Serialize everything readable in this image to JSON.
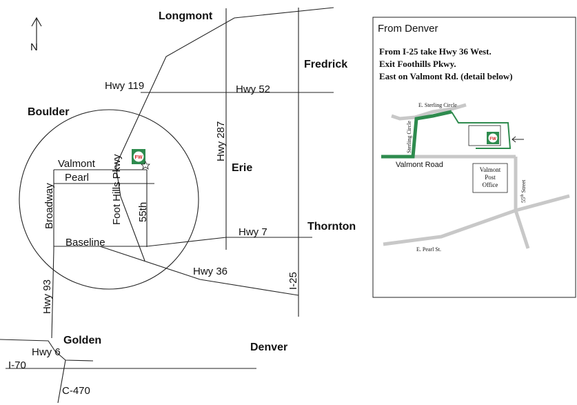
{
  "map": {
    "north_label": "N",
    "cities": {
      "longmont": "Longmont",
      "fredrick": "Fredrick",
      "boulder": "Boulder",
      "erie": "Erie",
      "thornton": "Thornton",
      "golden": "Golden",
      "denver": "Denver"
    },
    "roads": {
      "hwy119": "Hwy 119",
      "hwy52": "Hwy 52",
      "hwy287": "Hwy 287",
      "valmont": "Valmont",
      "pearl": "Pearl",
      "foothills": "Foot Hills Pkwy",
      "broadway": "Broadway",
      "fifty_fifth": "55th",
      "baseline": "Baseline",
      "hwy7": "Hwy 7",
      "hwy36": "Hwy 36",
      "i25": "I-25",
      "hwy93": "Hwy 93",
      "hwy6": "Hwy 6",
      "i70": "I-70",
      "c470": "C-470"
    },
    "marker_text": "FW"
  },
  "detail": {
    "title": "From Denver",
    "directions": [
      "From I-25 take Hwy 36 West.",
      "Exit Foothills Pkwy.",
      "East on Valmont Rd. (detail below)"
    ],
    "labels": {
      "sterling_circle_e": "E. Sterling Circle",
      "sterling_circle": "Sterling Circle",
      "valmont_road": "Valmont Road",
      "post_office": [
        "Valmont",
        "Post",
        "Office"
      ],
      "fifty_fifth_street_num": "55",
      "fifty_fifth_street_sup": "th",
      "fifty_fifth_street_rest": " Street",
      "pearl_st": "E. Pearl St."
    },
    "marker_text": "FW",
    "colors": {
      "route": "#2e8b4e",
      "road": "#c8c8c8",
      "marker": "#2e8b4e",
      "marker_text": "#d42020"
    }
  }
}
